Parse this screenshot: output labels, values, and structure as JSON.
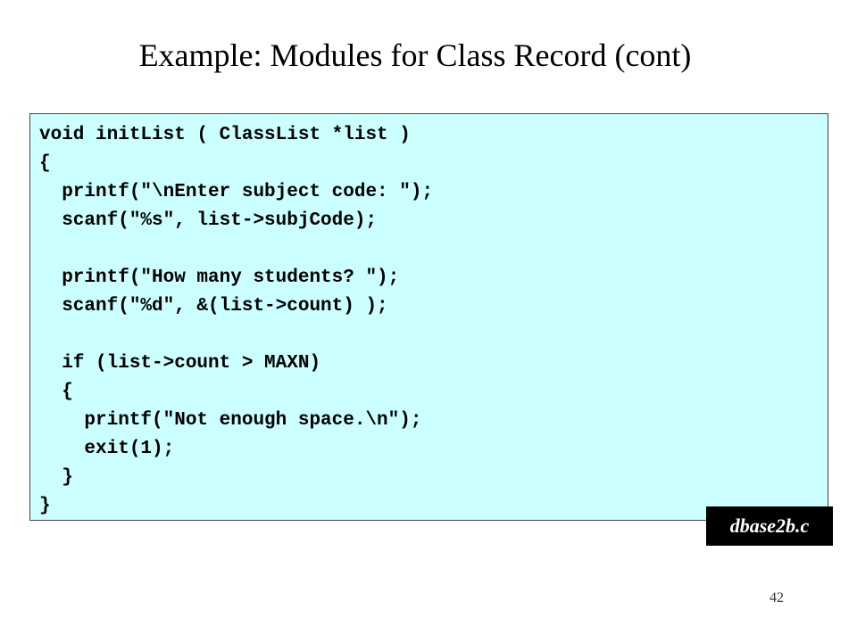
{
  "slide": {
    "title": "Example: Modules for Class Record (cont)",
    "file_label": "dbase2b.c",
    "page_number": "42"
  },
  "code": {
    "lines": [
      "void initList ( ClassList *list )",
      "{",
      "  printf(\"\\nEnter subject code: \");",
      "  scanf(\"%s\", list->subjCode);",
      "",
      "  printf(\"How many students? \");",
      "  scanf(\"%d\", &(list->count) );",
      "",
      "  if (list->count > MAXN)",
      "  {",
      "    printf(\"Not enough space.\\n\");",
      "    exit(1);",
      "  }",
      "}"
    ]
  },
  "colors": {
    "code_background": "#ccffff",
    "label_background": "#000000",
    "label_text": "#ffffff"
  }
}
